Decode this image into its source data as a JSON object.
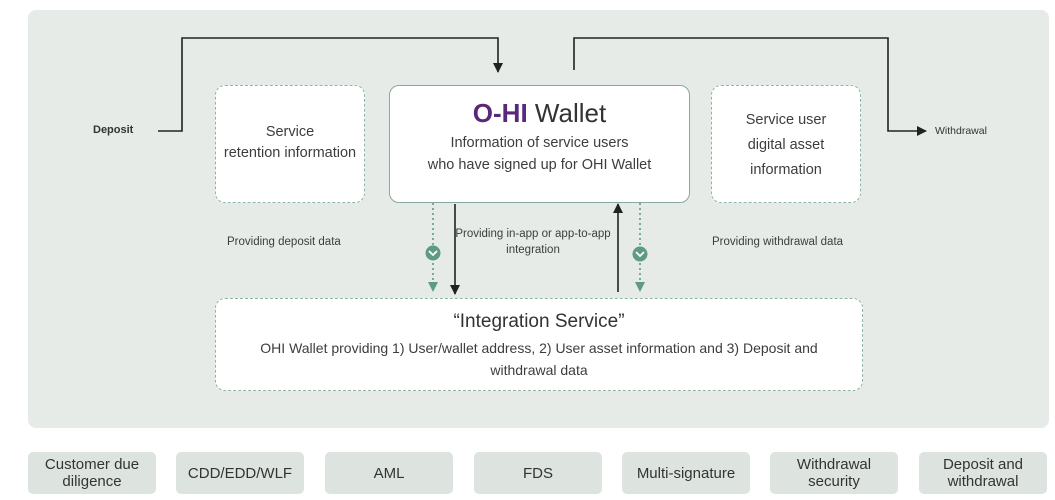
{
  "nodes": {
    "service_retention": "Service\nretention information",
    "wallet_brand": "O-HI",
    "wallet_title_rest": " Wallet",
    "wallet_sub": "Information of service users\nwho have signed up for OHI Wallet",
    "service_user_asset": "Service user\ndigital asset\ninformation",
    "integration_title": "“Integration Service”",
    "integration_desc": "OHI Wallet providing 1) User/wallet address, 2) User asset information and 3) Deposit and withdrawal data"
  },
  "labels": {
    "deposit": "Deposit",
    "withdrawal": "Withdrawal",
    "providing_deposit": "Providing deposit data",
    "providing_inapp": "Providing in-app or app-to-app integration",
    "providing_withdrawal": "Providing withdrawal data"
  },
  "features": [
    "Customer due diligence",
    "CDD/EDD/WLF",
    "AML",
    "FDS",
    "Multi-signature",
    "Withdrawal security",
    "Deposit and withdrawal"
  ],
  "colors": {
    "panel": "#e6ebe8",
    "brand": "#5a2878",
    "dashed_border": "#8fb5a6",
    "teal_arrow": "#5e9a85",
    "pill": "#dde4e0"
  }
}
